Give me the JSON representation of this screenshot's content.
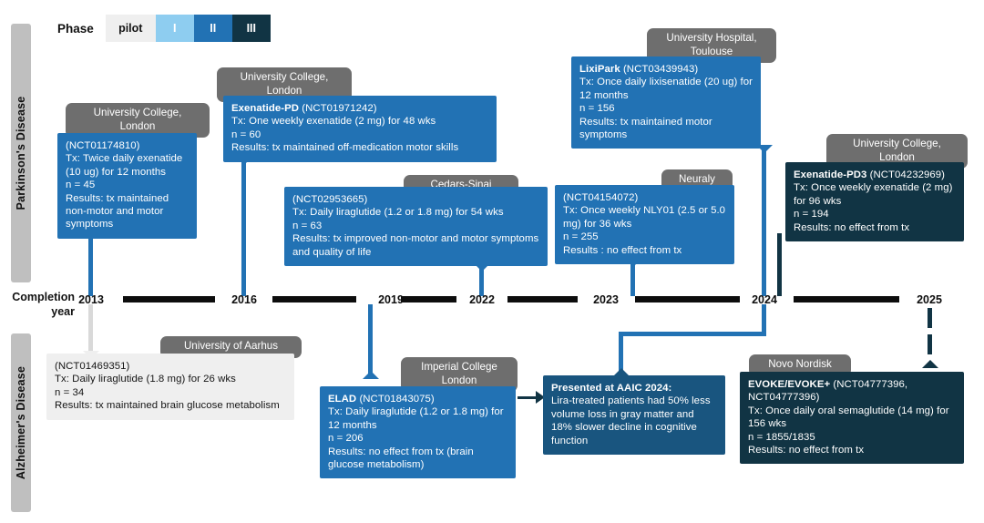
{
  "legend": {
    "title": "Phase",
    "chips": [
      {
        "label": "pilot",
        "color": "#efefef",
        "text_color": "#151515"
      },
      {
        "label": "I",
        "color": "#8ecdf0",
        "text_color": "#ffffff"
      },
      {
        "label": "II",
        "color": "#2272b4",
        "text_color": "#ffffff"
      },
      {
        "label": "III",
        "color": "#113444",
        "text_color": "#ffffff"
      }
    ]
  },
  "bands": {
    "parkinsons": "Parkinson's Disease",
    "alzheimers": "Alzheimer's Disease"
  },
  "timeline": {
    "axis_label_line1": "Completion",
    "axis_label_line2": "year",
    "years": [
      "2013",
      "2016",
      "2019",
      "2022",
      "2023",
      "2024",
      "2025"
    ]
  },
  "parkinsons_studies": [
    {
      "id": "nct01174810",
      "institution": "University College,\nLondon",
      "name": "",
      "nct": "(NCT01174810)",
      "tx": "Tx: Twice daily exenatide (10 ug) for 12 months",
      "n": "n =  45",
      "results": "Results: tx  maintained non-motor and motor symptoms",
      "phase": "II",
      "year": "2013"
    },
    {
      "id": "exenatide-pd",
      "institution": "University College,\nLondon",
      "name": "Exenatide-PD",
      "nct": "(NCT01971242)",
      "tx": "Tx: One weekly exenatide (2 mg) for 48 wks",
      "n": "n =  60",
      "results": "Results: tx maintained off-medication motor skills",
      "phase": "II",
      "year": "2016"
    },
    {
      "id": "nct02953665",
      "institution": "Cedars-Sinai\nMedical Centre",
      "name": "",
      "nct": "(NCT02953665)",
      "tx": "Tx: Daily liraglutide (1.2 or 1.8 mg) for 54 wks",
      "n": "n = 63",
      "results": "Results: tx improved non-motor and motor symptoms and quality of life",
      "phase": "II",
      "year": "2022"
    },
    {
      "id": "nct04154072",
      "institution": "Neuraly",
      "name": "",
      "nct": "(NCT04154072)",
      "tx": "Tx: Once weekly NLY01 (2.5 or 5.0 mg) for 36 wks",
      "n": "n = 255",
      "results": "Results : no effect from tx",
      "phase": "II",
      "year": "2023"
    },
    {
      "id": "lixipark",
      "institution": "University Hospital,\nToulouse",
      "name": "LixiPark",
      "nct": "(NCT03439943)",
      "tx": "Tx: Once daily lixisenatide (20 ug) for 12 months",
      "n": "n = 156",
      "results": "Results: tx maintained motor symptoms",
      "phase": "II",
      "year": "2024"
    },
    {
      "id": "exenatide-pd3",
      "institution": "University College,\nLondon",
      "name": "Exenatide-PD3",
      "nct": "(NCT04232969)",
      "tx": "Tx: Once weekly exenatide (2 mg) for 96 wks",
      "n": "n = 194",
      "results": "Results: no effect from tx",
      "phase": "III",
      "year": "2024"
    }
  ],
  "alzheimers_studies": [
    {
      "id": "nct01469351",
      "institution": "University of Aarhus",
      "name": "",
      "nct": "(NCT01469351)",
      "tx": "Tx: Daily liraglutide (1.8 mg) for 26 wks",
      "n": "n = 34",
      "results": "Results: tx maintained brain glucose metabolism",
      "phase": "pilot",
      "year": "2013"
    },
    {
      "id": "elad",
      "institution": "Imperial College\nLondon",
      "name": "ELAD",
      "nct": "(NCT01843075)",
      "tx": "Tx: Daily liraglutide (1.2 or 1.8 mg) for 12 months",
      "n": "n = 206",
      "results": "Results: no effect from tx (brain glucose metabolism)",
      "phase": "II",
      "year": "2019"
    },
    {
      "id": "evoke",
      "institution": "Novo Nordisk",
      "name": "EVOKE/EVOKE+",
      "nct": "(NCT04777396, NCT04777396)",
      "tx": "Tx: Once daily oral semaglutide (14 mg) for 156 wks",
      "n": "n = 1855/1835",
      "results": "Results: no effect from tx",
      "phase": "III",
      "year": "2025"
    }
  ],
  "callout": {
    "id": "aaic-2024",
    "headline": "Presented at AAIC 2024:",
    "body": "Lira-treated patients had 50% less volume loss in gray matter and 18% slower decline in cognitive function",
    "year": "2024"
  },
  "colors": {
    "phase_pilot": "#efefef",
    "phase_i": "#8ecdf0",
    "phase_ii": "#2272b4",
    "phase_iii": "#113444",
    "institution_pill": "#6e6e6e",
    "band": "#bfbfbf",
    "axis": "#0d0d0d"
  }
}
